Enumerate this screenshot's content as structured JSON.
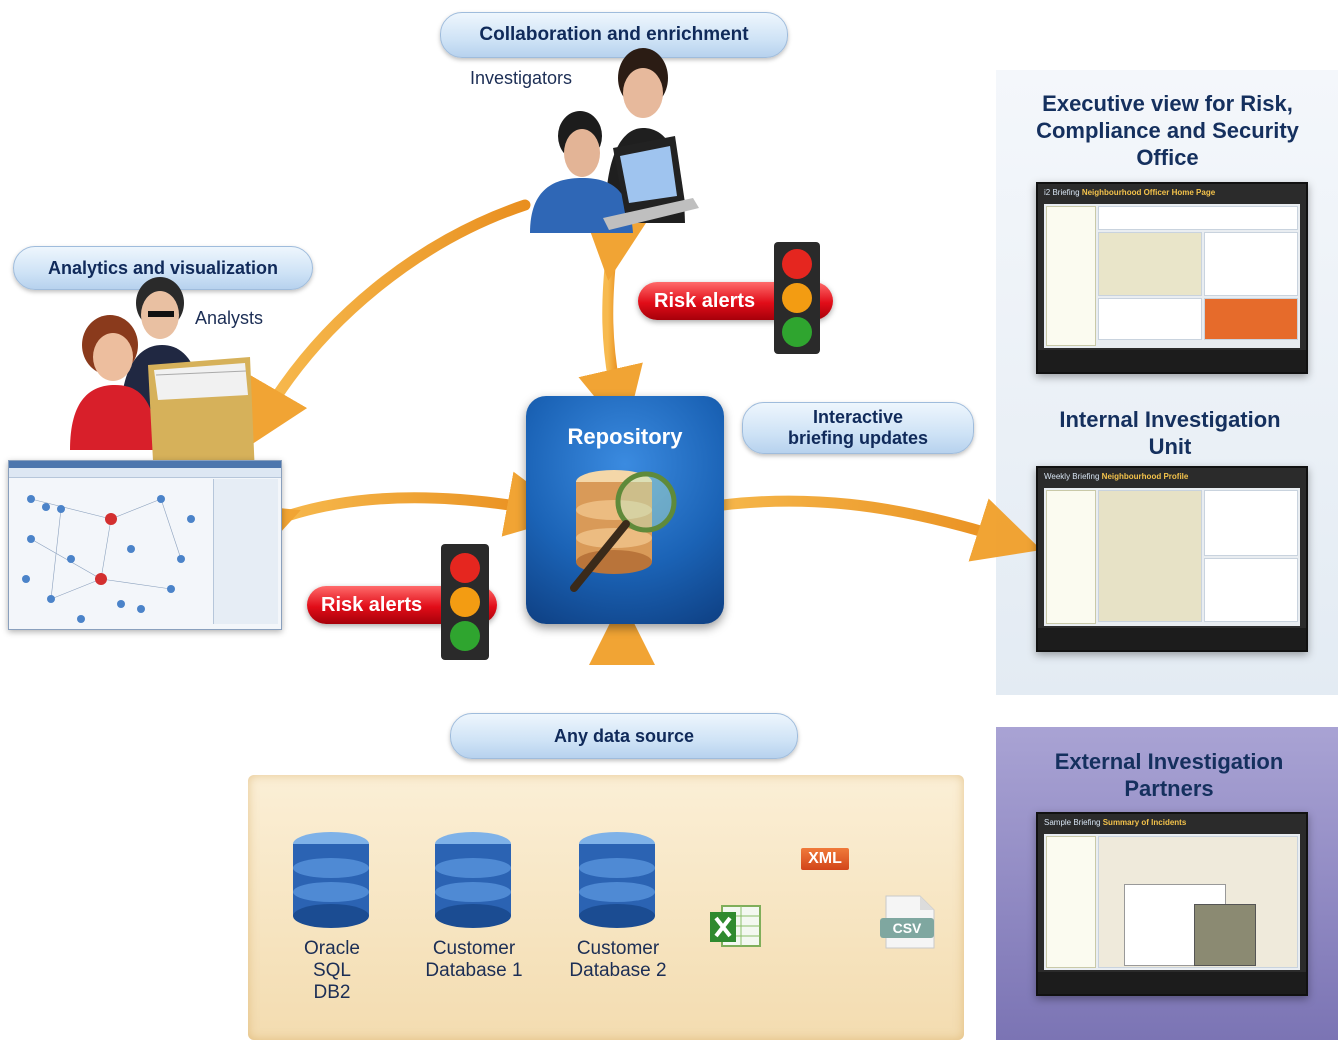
{
  "pills": {
    "collaboration": "Collaboration and enrichment",
    "analytics": "Analytics and visualization",
    "briefing": "Interactive briefing updates",
    "data_source": "Any data source"
  },
  "roles": {
    "investigators": "Investigators",
    "analysts": "Analysts"
  },
  "repository": {
    "label": "Repository"
  },
  "alerts": {
    "top": "Risk alerts",
    "bottom": "Risk alerts"
  },
  "panels": {
    "executive": {
      "title": "Executive view for Risk, Compliance and Security Office",
      "screen_title_prefix": "i2 Briefing",
      "screen_title": "Neighbourhood Officer Home Page"
    },
    "internal": {
      "title": "Internal Investigation Unit",
      "screen_title_prefix": "Weekly Briefing",
      "screen_title": "Neighbourhood Profile"
    },
    "external": {
      "title": "External Investigation Partners",
      "screen_title_prefix": "Sample Briefing",
      "screen_title": "Summary of Incidents"
    }
  },
  "data_sources": [
    {
      "line1": "Oracle",
      "line2": "SQL",
      "line3": "DB2"
    },
    {
      "line1": "Customer",
      "line2": "Database 1"
    },
    {
      "line1": "Customer",
      "line2": "Database 2"
    }
  ],
  "file_badges": {
    "xml": "XML",
    "csv": "CSV"
  },
  "colors": {
    "arrow": "#f3a12a",
    "panel_bg": "#eef3f8",
    "panel_external_bg": "#8a84bf",
    "pill_text": "#102a5a",
    "alert_red": "#e10d18",
    "repository_blue": "#1b63b6",
    "data_band": "#f6e3c0"
  },
  "icons": [
    "investigators-people-icon",
    "analysts-people-icon",
    "traffic-light-icon",
    "database-icon",
    "excel-icon",
    "xml-icon",
    "csv-icon",
    "magnifier-database-icon"
  ]
}
